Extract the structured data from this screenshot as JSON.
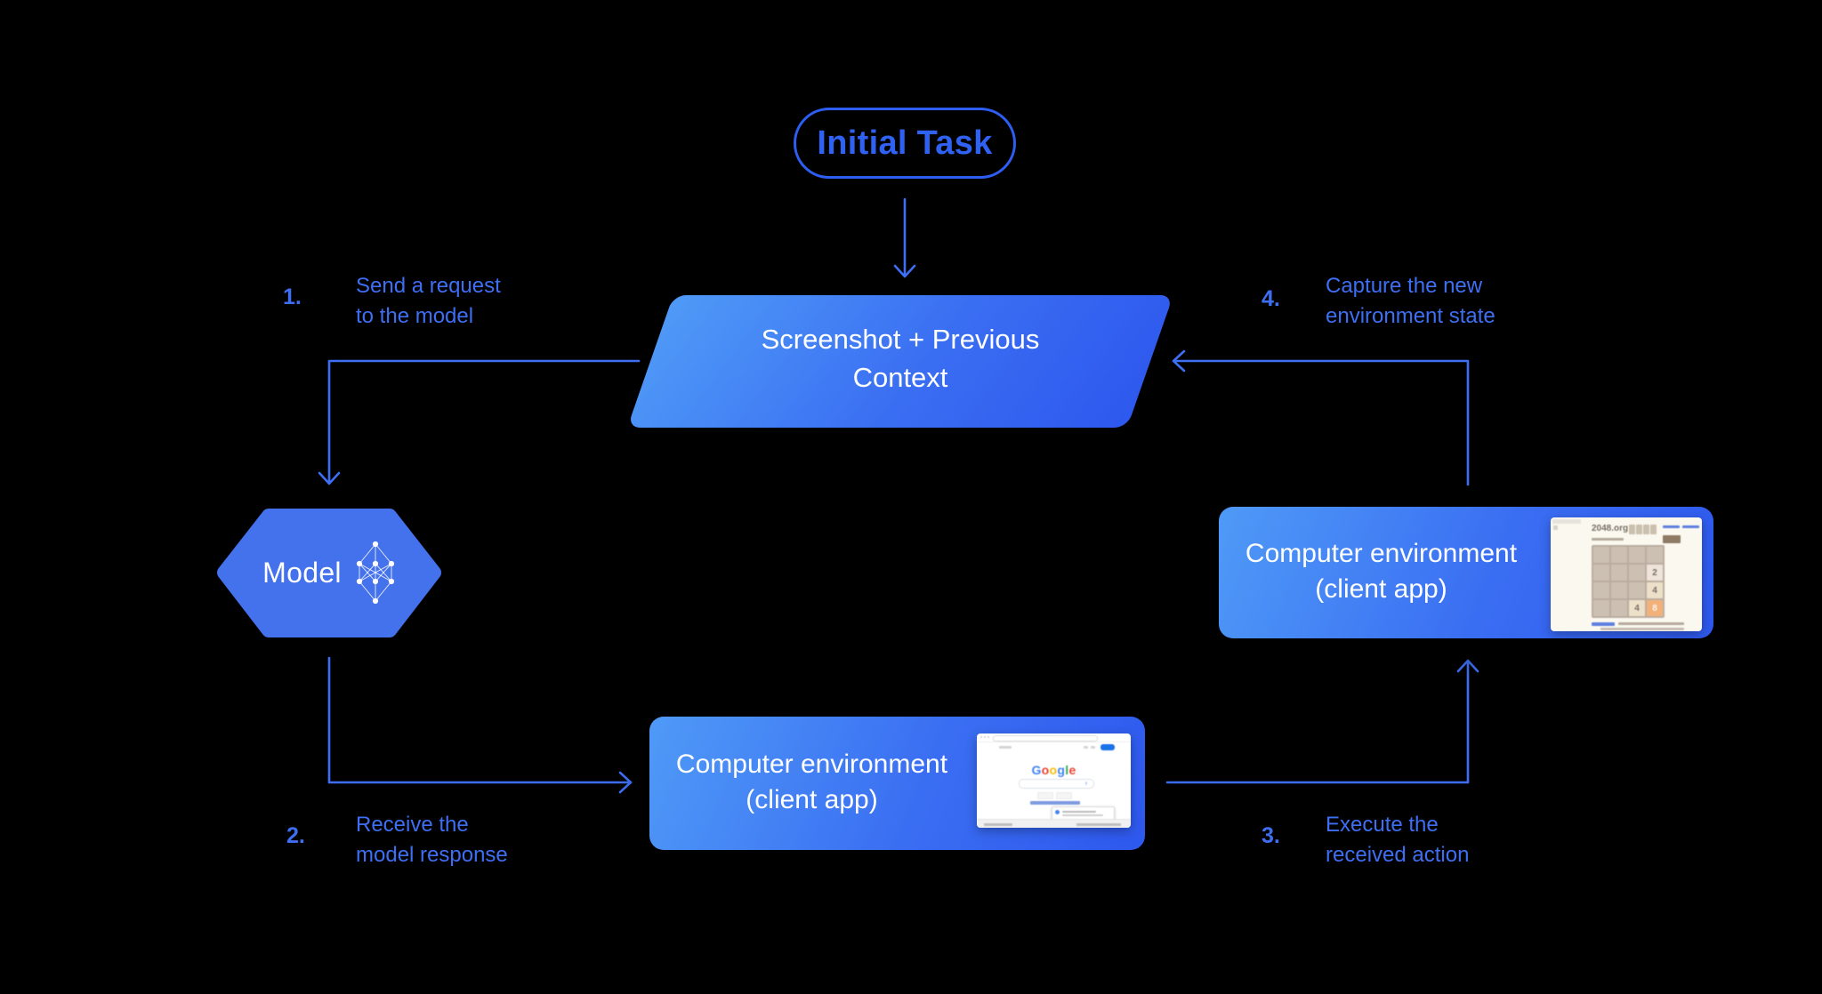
{
  "canvas": {
    "background": "#000000"
  },
  "colors": {
    "accent_blue": "#2e5ef1",
    "arrow_blue": "#3e6ff3",
    "shape_gradient_start": "#4f9af7",
    "shape_gradient_end": "#2e58ee",
    "hexagon_fill": "#4471ec",
    "node_text": "#ffffff",
    "google_blue": "#1a73e8",
    "tile_orange": "#f2b179"
  },
  "icons": {
    "model_icon": "neural-network-icon"
  },
  "nodes": {
    "initial_task": {
      "label": "Initial Task"
    },
    "screenshot_context": {
      "line1": "Screenshot + Previous",
      "line2": "Context"
    },
    "model": {
      "label": "Model"
    },
    "computer_env_right": {
      "line1": "Computer environment",
      "line2": "(client app)"
    },
    "computer_env_bottom": {
      "line1": "Computer environment",
      "line2": "(client app)"
    }
  },
  "steps": [
    {
      "num": "1.",
      "line1": "Send a request",
      "line2": "to the model"
    },
    {
      "num": "2.",
      "line1": "Receive the",
      "line2": "model response"
    },
    {
      "num": "3.",
      "line1": "Execute the",
      "line2": "received action"
    },
    {
      "num": "4.",
      "line1": "Capture the new",
      "line2": "environment state"
    }
  ],
  "mini_2048": {
    "site": "2048.org",
    "tiles": [
      "2",
      "4",
      "4",
      "8"
    ]
  },
  "mini_google": {
    "logo": [
      "G",
      "o",
      "o",
      "g",
      "l",
      "e"
    ]
  }
}
